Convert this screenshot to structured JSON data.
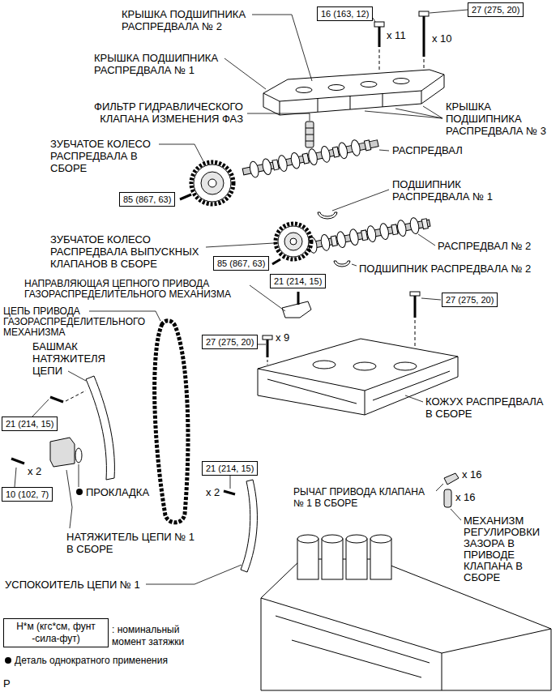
{
  "diagram": {
    "nodes": [
      {
        "text": [
          "16 (163, 12)"
        ]
      },
      {
        "text": [
          "27 (275, 20)"
        ]
      },
      {
        "text": [
          "85 (867, 63)"
        ]
      },
      {
        "text": [
          "85 (867, 63)"
        ]
      },
      {
        "text": [
          "21 (214, 15)"
        ]
      },
      {
        "text": [
          "27 (275, 20)"
        ]
      },
      {
        "text": [
          "27 (275, 20)"
        ]
      },
      {
        "text": [
          "21 (214, 15)"
        ]
      },
      {
        "text": [
          "21 (214, 15)"
        ]
      },
      {
        "text": [
          "10 (102, 7)"
        ]
      },
      {
        "text": [
          "Н*м (кгс*см, фунт -сила-фут)"
        ]
      }
    ],
    "labels": [
      "КРЫШКА ПОДШИПНИКА РАСПРЕДВАЛА № 2",
      "x 11",
      "x 10",
      "КРЫШКА ПОДШИПНИКА РАСПРЕДВАЛА № 1",
      "ФИЛЬТР ГИДРАВЛИЧЕСКОГО КЛАПАНА ИЗМЕНЕНИЯ ФАЗ",
      "КРЫШКА ПОДШИПНИКА РАСПРЕДВАЛА № 3",
      "ЗУБЧАТОЕ КОЛЕСО РАСПРЕДВАЛА В СБОРЕ",
      "РАСПРЕДВАЛ",
      "ПОДШИПНИК РАСПРЕДВАЛА № 1",
      "ЗУБЧАТОЕ КОЛЕСО РАСПРЕДВАЛА ВЫПУСКНЫХ КЛАПАНОВ В СБОРЕ",
      "РАСПРЕДВАЛ № 2",
      "ПОДШИПНИК РАСПРЕДВАЛА № 2",
      "НАПРАВЛЯЮЩАЯ ЦЕПНОГО ПРИВОДА ГАЗОРАСПРЕДЕЛИТЕЛЬНОГО МЕХАНИЗМА",
      "ЦЕПЬ ПРИВОДА ГАЗОРАСПРЕДЕЛИТЕЛЬНОГО МЕХАНИЗМА",
      "x 9",
      "БАШМАК НАТЯЖИТЕЛЯ ЦЕПИ",
      "КОЖУХ РАСПРЕДВАЛА В СБОРЕ",
      "x 2",
      "ПРОКЛАДКА",
      "x 2",
      "РЫЧАГ ПРИВОДА КЛАПАНА № 1 В СБОРЕ",
      "x 16",
      "x 16",
      "МЕХАНИЗМ РЕГУЛИРОВКИ ЗАЗОРА В ПРИВОДЕ КЛАПАНА В СБОРЕ",
      "НАТЯЖИТЕЛЬ ЦЕПИ № 1 В СБОРЕ",
      "УСПОКОИТЕЛЬ ЦЕПИ № 1",
      "P"
    ],
    "legend": [
      {
        "text": ": номинальный момент затяжки"
      },
      {
        "text": "Деталь однократного применения"
      }
    ]
  }
}
